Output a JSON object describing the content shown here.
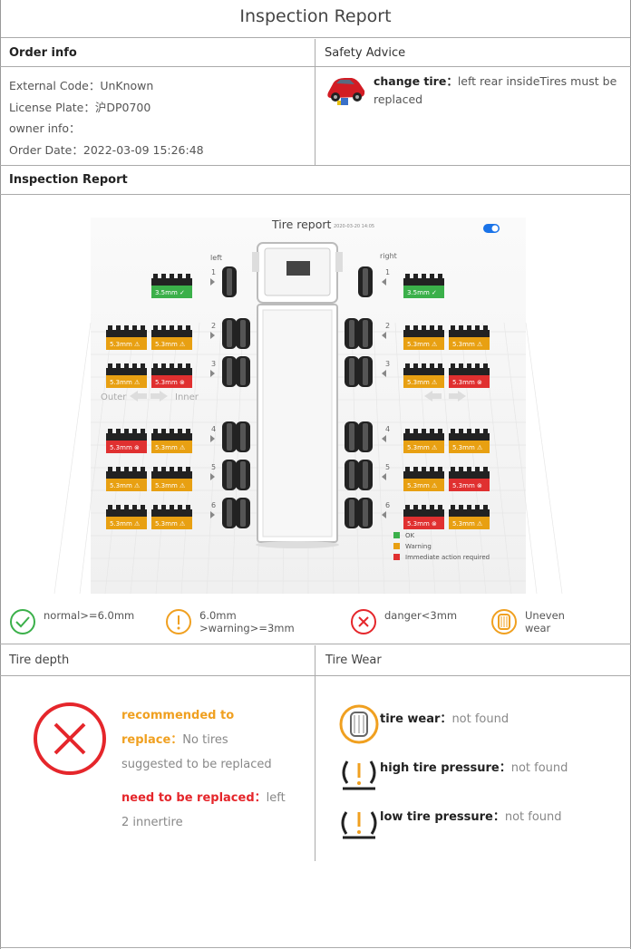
{
  "title": "Inspection Report",
  "order": {
    "heading": "Order info",
    "external_code": "External Code：UnKnown",
    "license_plate": "License Plate：沪DP0700",
    "owner_info": "owner info：",
    "order_date": "Order Date：2022-03-09 15:26:48"
  },
  "safety": {
    "heading": "Safety Advice",
    "label": "change tire：",
    "text": "left rear insideTires must be replaced"
  },
  "section_title": "Inspection Report",
  "tire_report": {
    "title": "Tire report",
    "date": "2020-03-20 14:05",
    "left_label": "left",
    "right_label": "right",
    "outer_label": "Outer",
    "inner_label": "Inner",
    "toggle_on": true,
    "legend_ok": "OK",
    "legend_warning": "Warning",
    "legend_danger": "Immediate action required",
    "colors": {
      "ok": "#3bb04a",
      "warning": "#e8a012",
      "danger": "#e03030"
    },
    "axles": [
      {
        "num": "1",
        "left": [
          {
            "v": "3.5mm",
            "s": "ok"
          }
        ],
        "right": [
          {
            "v": "3.5mm",
            "s": "ok"
          }
        ]
      },
      {
        "num": "2",
        "left": [
          {
            "v": "5.3mm",
            "s": "warning"
          },
          {
            "v": "5.3mm",
            "s": "warning"
          }
        ],
        "right": [
          {
            "v": "5.3mm",
            "s": "warning"
          },
          {
            "v": "5.3mm",
            "s": "warning"
          }
        ]
      },
      {
        "num": "3",
        "left": [
          {
            "v": "5.3mm",
            "s": "warning"
          },
          {
            "v": "5.3mm",
            "s": "danger"
          }
        ],
        "right": [
          {
            "v": "5.3mm",
            "s": "warning"
          },
          {
            "v": "5.3mm",
            "s": "danger"
          }
        ]
      },
      {
        "num": "4",
        "left": [
          {
            "v": "5.3mm",
            "s": "danger"
          },
          {
            "v": "5.3mm",
            "s": "warning"
          }
        ],
        "right": [
          {
            "v": "5.3mm",
            "s": "warning"
          },
          {
            "v": "5.3mm",
            "s": "warning"
          }
        ]
      },
      {
        "num": "5",
        "left": [
          {
            "v": "5.3mm",
            "s": "warning"
          },
          {
            "v": "5.3mm",
            "s": "warning"
          }
        ],
        "right": [
          {
            "v": "5.3mm",
            "s": "warning"
          },
          {
            "v": "5.3mm",
            "s": "danger"
          }
        ]
      },
      {
        "num": "6",
        "left": [
          {
            "v": "5.3mm",
            "s": "warning"
          },
          {
            "v": "5.3mm",
            "s": "warning"
          }
        ],
        "right": [
          {
            "v": "5.3mm",
            "s": "danger"
          },
          {
            "v": "5.3mm",
            "s": "warning"
          }
        ]
      }
    ]
  },
  "legend": {
    "normal": "normal>=6.0mm",
    "warning_line1": "6.0mm",
    "warning_line2": ">warning>=3mm",
    "danger": "danger<3mm",
    "uneven_line1": "Uneven",
    "uneven_line2": "wear"
  },
  "tire_depth": {
    "heading": "Tire depth",
    "recommended_label_1": "recommended to",
    "recommended_label_2": "replace：",
    "recommended_text_1": "No tires",
    "recommended_text_2": "suggested to be replaced",
    "need_label": "need to be replaced：",
    "need_text_1": "left",
    "need_text_2": "2 innertire"
  },
  "tire_wear": {
    "heading": "Tire Wear",
    "items": [
      {
        "label": "tire wear：",
        "value": "not found"
      },
      {
        "label": "high tire pressure：",
        "value": "not found"
      },
      {
        "label": "low tire pressure：",
        "value": "not found"
      }
    ]
  }
}
